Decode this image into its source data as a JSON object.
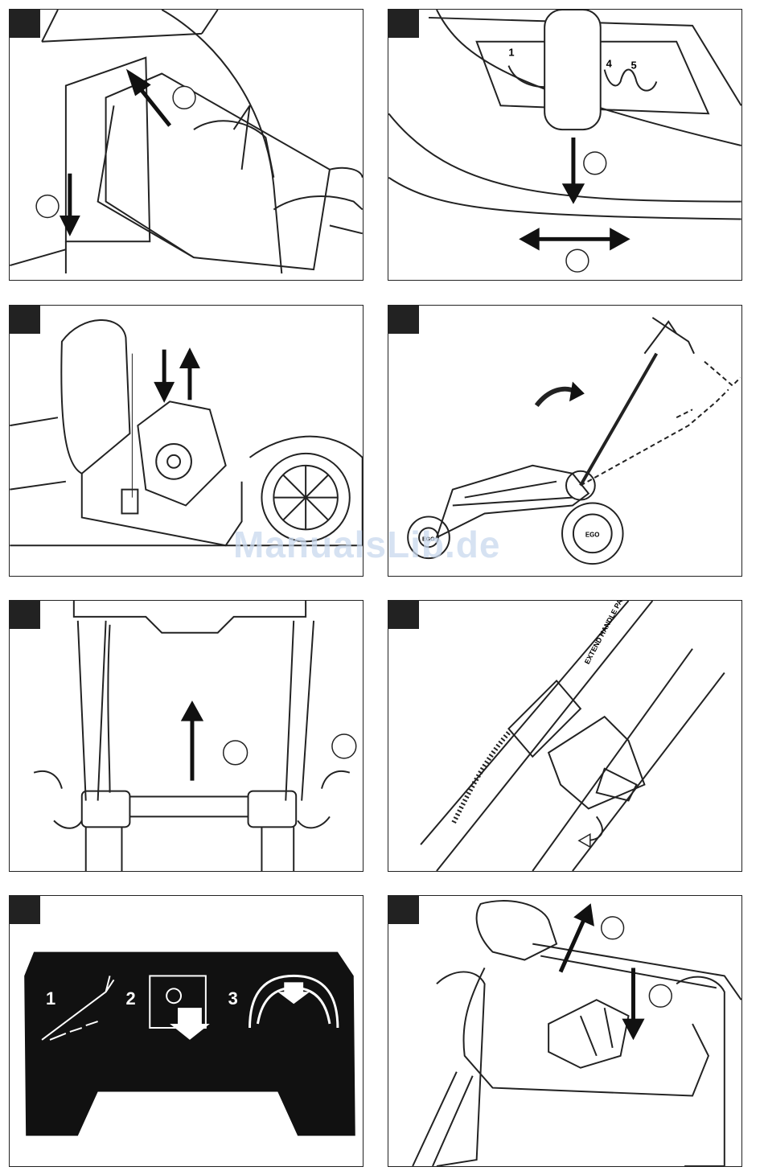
{
  "panels": [
    {
      "id": "p1",
      "markers": [
        "",
        ""
      ]
    },
    {
      "id": "p2",
      "markers": [
        "",
        ""
      ],
      "slot_numbers": [
        "1",
        "4",
        "5"
      ]
    },
    {
      "id": "p3",
      "markers": []
    },
    {
      "id": "p4",
      "markers": [],
      "deck_badges": [
        "EGO",
        "EGO"
      ]
    },
    {
      "id": "p5",
      "markers": [
        "",
        ""
      ]
    },
    {
      "id": "p6",
      "markers": [],
      "handle_text": "EXTEND HANDLE PAST LINE"
    },
    {
      "id": "p7",
      "steps": [
        "1",
        "2",
        "3"
      ]
    },
    {
      "id": "p8",
      "markers": [
        "",
        ""
      ]
    }
  ],
  "watermark": "ManualsLib.de"
}
